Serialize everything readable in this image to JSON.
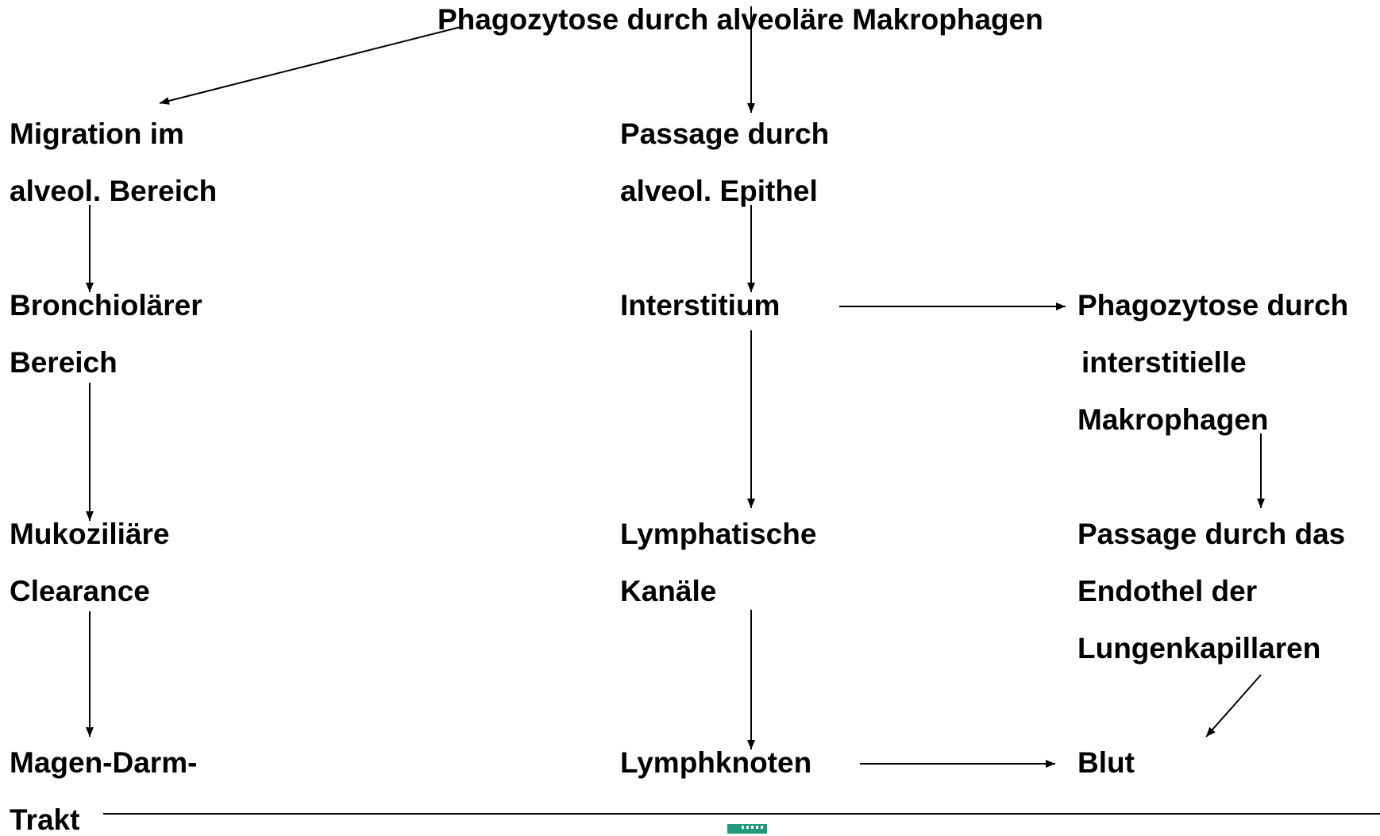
{
  "nodes": {
    "top": "Phagozytose durch alveoläre Makrophagen",
    "migration_1": "Migration im",
    "migration_2": "alveol. Bereich",
    "bronch_1": "Bronchiolärer",
    "bronch_2": "Bereich",
    "muko_1": "Mukoziliäre",
    "muko_2": "Clearance",
    "magen_1": "Magen-Darm-",
    "magen_2": "Trakt",
    "passage_1": "Passage durch",
    "passage_2": "alveol. Epithel",
    "interstitium": "Interstitium",
    "lymph_1": "Lymphatische",
    "lymph_2": "Kanäle",
    "lymphknoten": "Lymphknoten",
    "phago_int_1": "Phagozytose durch",
    "phago_int_2": "interstitielle",
    "phago_int_3": "Makrophagen",
    "endo_1": "Passage durch das",
    "endo_2": "Endothel der",
    "endo_3": "Lungenkapillaren",
    "blut": "Blut"
  },
  "colors": {
    "text": "#000000",
    "background": "#ffffff",
    "logo": "#1f9a78"
  }
}
